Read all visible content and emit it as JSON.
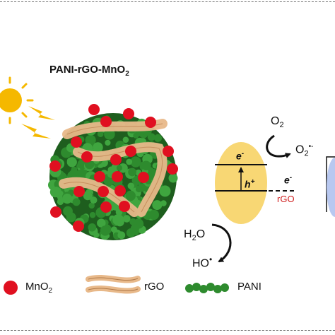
{
  "figure": {
    "composite_title": "PANI-rGO-MnO",
    "composite_title_sub": "2",
    "species": {
      "o2": {
        "main": "O",
        "sub": "2"
      },
      "superoxide": {
        "main": "O",
        "sub": "2",
        "sup": "•-"
      },
      "h2o": {
        "main": "H",
        "sub": "2",
        "tail": "O"
      },
      "hydroxyl": {
        "main": "HO",
        "sup": "•"
      },
      "electron_cb": {
        "main": "e",
        "sup": "-"
      },
      "hole": {
        "main": "h",
        "sup": "+"
      },
      "electron_rgo": {
        "main": "e",
        "sup": "-"
      },
      "rgo_label": "rGO"
    },
    "legend": [
      {
        "id": "mno2",
        "main": "MnO",
        "sub": "2"
      },
      {
        "id": "rgo",
        "main": "rGO"
      },
      {
        "id": "pani",
        "main": "PANI"
      }
    ],
    "colors": {
      "sun": "#f5b800",
      "mno2": "#e01020",
      "pani": "#2e8b2e",
      "pani_dark": "#1e5e1e",
      "rgo": "#e8b98a",
      "band": "#f8d774",
      "accent_red": "#d02020",
      "partial_circle": "#b8c8f0"
    },
    "icons": [
      "sun-icon",
      "lightning-icon",
      "arrow-icon"
    ]
  }
}
